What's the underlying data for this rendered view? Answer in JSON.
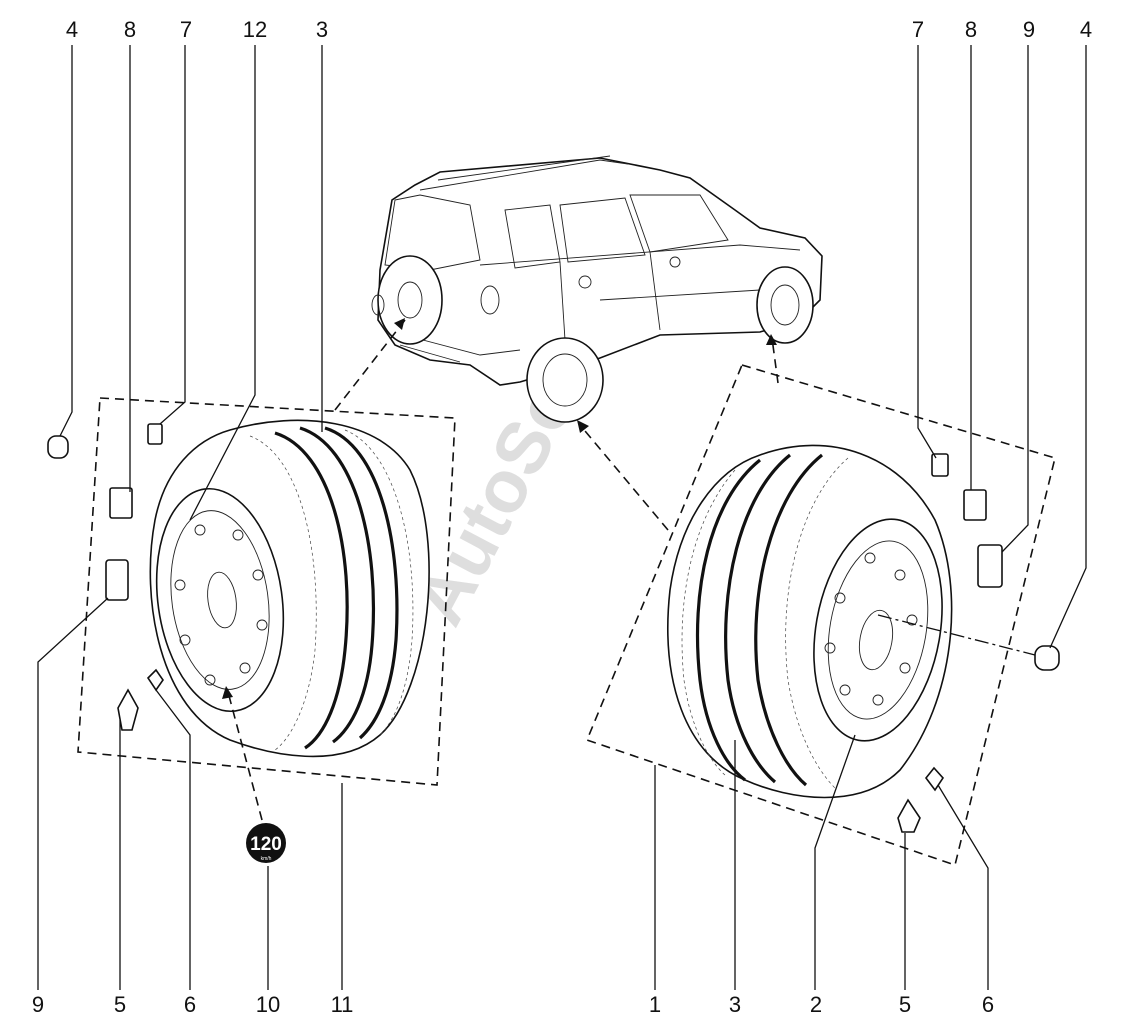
{
  "callouts": {
    "left_top": [
      "4",
      "8",
      "7",
      "12",
      "3"
    ],
    "right_top": [
      "7",
      "8",
      "9",
      "4"
    ],
    "left_bottom": [
      "9",
      "5",
      "6",
      "10",
      "11"
    ],
    "right_bottom": [
      "1",
      "3",
      "2",
      "5",
      "6"
    ]
  },
  "badge": {
    "value": "120",
    "small": "km/h"
  },
  "watermark": "AutoSoft"
}
